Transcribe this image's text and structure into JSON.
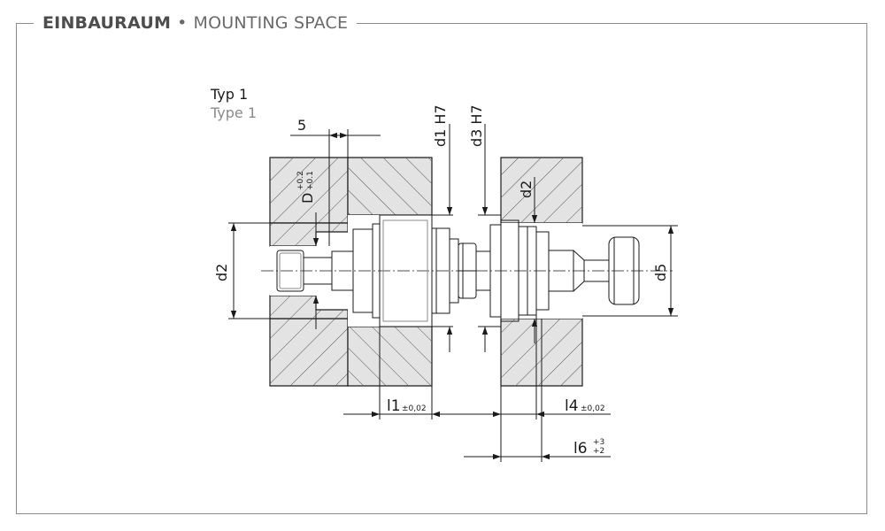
{
  "header": {
    "title_de": "EINBAURAUM",
    "separator": "•",
    "title_en": "MOUNTING SPACE"
  },
  "type_label": {
    "de": "Typ 1",
    "en": "Type 1"
  },
  "dimensions": {
    "five": "5",
    "D": "D",
    "D_tol_upper": "+0.2",
    "D_tol_lower": "+0.1",
    "d1": "d1 H7",
    "d3": "d3 H7",
    "d2_left": "d2",
    "d2_right": "d2",
    "d5": "d5",
    "l1": "l1",
    "l1_tol": "±0,02",
    "l4": "l4",
    "l4_tol": "±0,02",
    "l6": "l6",
    "l6_tol_upper": "+3",
    "l6_tol_lower": "+2"
  },
  "colors": {
    "section_fill": "#e3e3e3",
    "line": "#1a1a1a",
    "hatch": "#555555",
    "frame": "#8c8c8c",
    "header_bold": "#4d4d4d",
    "header_light": "#6a6a6a"
  }
}
